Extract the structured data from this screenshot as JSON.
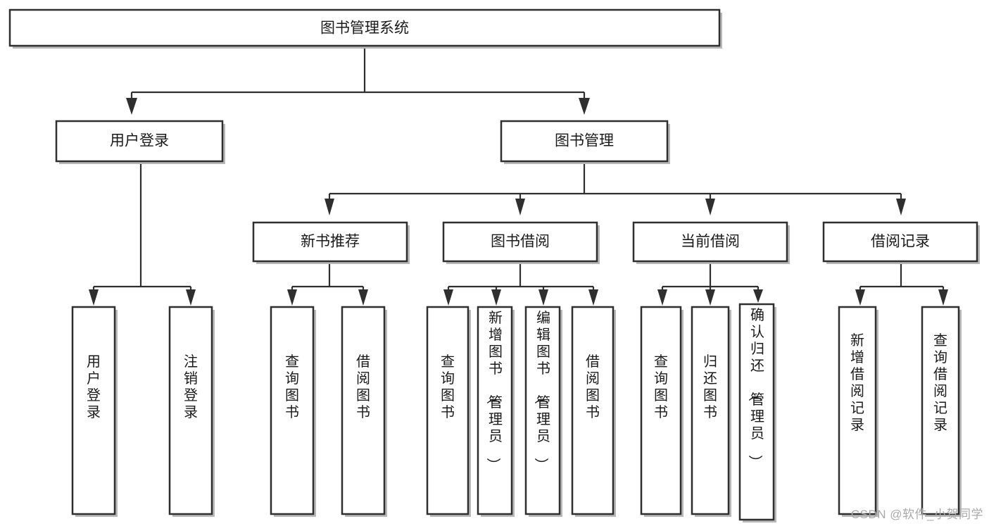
{
  "diagram": {
    "type": "tree-hierarchy-chart",
    "title": "图书管理系统",
    "orientation": "top-down",
    "watermark": "CSDN @软件_小贺同学",
    "colors": {
      "box_fill": "#ffffff",
      "box_stroke": "#2f2f2f",
      "shadow": "#b8b8b8",
      "text": "#1a1a1a",
      "watermark": "#a9a9a9",
      "background": "#ffffff"
    },
    "levels": {
      "root": {
        "label": "图书管理系统"
      },
      "level1": [
        {
          "label": "用户登录"
        },
        {
          "label": "图书管理"
        }
      ],
      "level2": [
        {
          "label": "新书推荐",
          "parent": "图书管理"
        },
        {
          "label": "图书借阅",
          "parent": "图书管理"
        },
        {
          "label": "当前借阅",
          "parent": "图书管理"
        },
        {
          "label": "借阅记录",
          "parent": "图书管理"
        }
      ],
      "leaves": [
        {
          "label": "用户登录",
          "parent": "用户登录"
        },
        {
          "label": "注销登录",
          "parent": "用户登录"
        },
        {
          "label": "查询图书",
          "parent": "新书推荐"
        },
        {
          "label": "借阅图书",
          "parent": "新书推荐"
        },
        {
          "label": "查询图书",
          "parent": "图书借阅"
        },
        {
          "label": "新增图书（管理员）",
          "parent": "图书借阅"
        },
        {
          "label": "编辑图书（管理员）",
          "parent": "图书借阅"
        },
        {
          "label": "借阅图书",
          "parent": "图书借阅"
        },
        {
          "label": "查询图书",
          "parent": "当前借阅"
        },
        {
          "label": "归还图书",
          "parent": "当前借阅"
        },
        {
          "label": "确认归还（管理员）",
          "parent": "当前借阅"
        },
        {
          "label": "新增借阅记录",
          "parent": "借阅记录"
        },
        {
          "label": "查询借阅记录",
          "parent": "借阅记录"
        }
      ]
    }
  }
}
